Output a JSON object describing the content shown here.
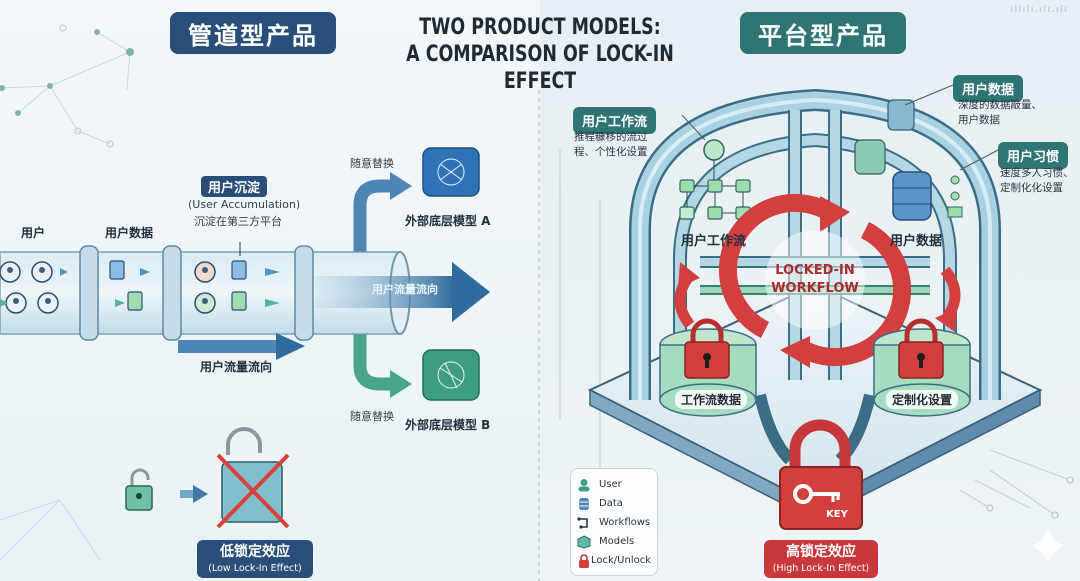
{
  "header": {
    "left_title": "管道型产品",
    "main_title_line1": "TWO PRODUCT MODELS:",
    "main_title_line2": "A COMPARISON OF LOCK-IN EFFECT",
    "right_title": "平台型产品",
    "watermark": "ıllılı.ılı.ılı"
  },
  "pipeline": {
    "label_users": "用户",
    "label_user_data": "用户数据",
    "accumulation_badge": "用户沉淀",
    "accumulation_en": "(User Accumulation)",
    "accumulation_desc": "沉淀在第三方平台",
    "flow_inside": "用户流量流向",
    "flow_below": "用户流量流向",
    "swap_top": "随意替换",
    "swap_bottom": "随意替换",
    "model_a": "外部底层模型 A",
    "model_b": "外部底层模型 B",
    "effect_zh": "低锁定效应",
    "effect_en": "(Low Lock-In Effect)",
    "colors": {
      "primary": "#2a4e7a",
      "teal": "#3a9a86",
      "pipe": "#b9d6e3"
    }
  },
  "platform": {
    "workflow_tag": "用户工作流",
    "workflow_desc_line1": "推程糠移的流过",
    "workflow_desc_line2": "程、个性化设置",
    "data_tag": "用户数据",
    "data_desc_line1": "深度的数据敲量、",
    "data_desc_line2": "用户数据",
    "habit_tag": "用户习惯",
    "habit_desc_line1": "速度多人习惯、",
    "habit_desc_line2": "定制化化设置",
    "workflow_center_label": "用户工作流",
    "data_center_label": "用户数据",
    "loop_line1": "LOCKED-IN",
    "loop_line2": "WORKFLOW",
    "node_left": "工作流数据",
    "node_right": "定制化设置",
    "key_label": "KEY",
    "effect_zh": "高锁定效应",
    "effect_en": "(High Lock-In Effect)",
    "colors": {
      "primary": "#2f7576",
      "lock": "#d33f3f",
      "pipe": "#a8cfdc"
    }
  },
  "legend": {
    "items": [
      {
        "icon": "user-icon",
        "label": "User"
      },
      {
        "icon": "data-icon",
        "label": "Data"
      },
      {
        "icon": "workflow-icon",
        "label": "Workflows"
      },
      {
        "icon": "model-icon",
        "label": "Models"
      },
      {
        "icon": "lock-icon",
        "label": "Lock/Unlock"
      }
    ]
  }
}
